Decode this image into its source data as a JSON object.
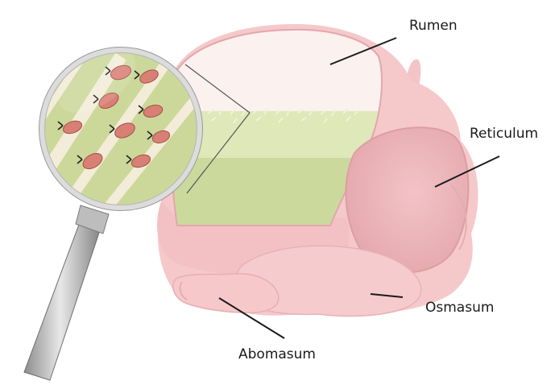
{
  "labels": {
    "rumen": "Rumen",
    "reticulum": "Reticulum",
    "osmasum": "Osmasum",
    "abomasum": "Abomasum"
  },
  "colors": {
    "stomach_pink": "#f5c8c8",
    "stomach_pink_light": "#fadede",
    "stomach_pink_dark": "#eab0b3",
    "rumen_gas": "#fbf1ef",
    "rumen_liquid_light": "#dde6b6",
    "rumen_liquid_dark": "#cbd89d",
    "lens_rim": "#d0d0d0",
    "handle_steel": "#a8a8a8",
    "microbe_color": "#d98075",
    "leader_line": "#1a1a1a"
  },
  "icons": {
    "magnifier": "magnifying-glass-icon",
    "microbes": "microbe-icon"
  }
}
